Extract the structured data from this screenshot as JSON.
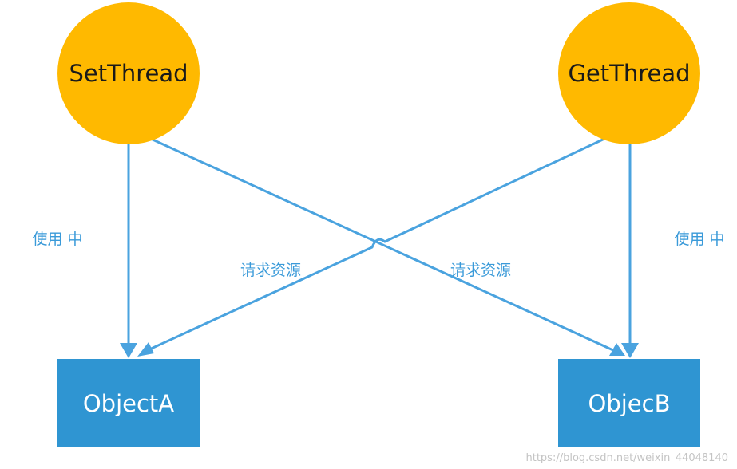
{
  "colors": {
    "thread_fill": "#ffb900",
    "object_fill": "#2f95d2",
    "edge": "#4aa3df",
    "edge_label": "#3a9ad9"
  },
  "nodes": {
    "set_thread": "SetThread",
    "get_thread": "GetThread",
    "object_a": "ObjectA",
    "object_b": "ObjecB"
  },
  "edges": {
    "set_to_a": "使用 中",
    "get_to_b": "使用 中",
    "get_to_a": "请求资源",
    "set_to_b": "请求资源"
  },
  "watermark": "https://blog.csdn.net/weixin_44048140"
}
